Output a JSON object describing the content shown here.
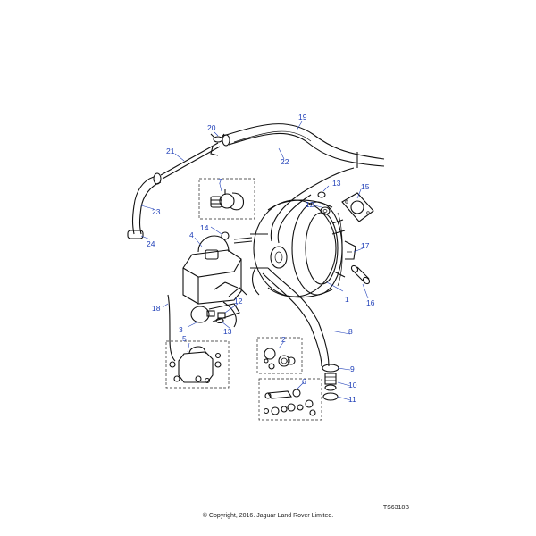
{
  "diagram": {
    "reference_code": "TS6318B",
    "copyright": "© Copyright, 2016. Jaguar Land Rover Limited.",
    "callouts": [
      {
        "id": "1",
        "label": "1"
      },
      {
        "id": "2",
        "label": "2"
      },
      {
        "id": "3",
        "label": "3"
      },
      {
        "id": "4",
        "label": "4"
      },
      {
        "id": "5",
        "label": "5"
      },
      {
        "id": "6",
        "label": "6"
      },
      {
        "id": "7",
        "label": "7"
      },
      {
        "id": "8",
        "label": "8"
      },
      {
        "id": "9",
        "label": "9"
      },
      {
        "id": "10",
        "label": "10"
      },
      {
        "id": "11",
        "label": "11"
      },
      {
        "id": "12a",
        "label": "12"
      },
      {
        "id": "12b",
        "label": "12"
      },
      {
        "id": "13a",
        "label": "13"
      },
      {
        "id": "13b",
        "label": "13"
      },
      {
        "id": "14",
        "label": "14"
      },
      {
        "id": "15",
        "label": "15"
      },
      {
        "id": "16",
        "label": "16"
      },
      {
        "id": "17",
        "label": "17"
      },
      {
        "id": "18",
        "label": "18"
      },
      {
        "id": "19",
        "label": "19"
      },
      {
        "id": "20",
        "label": "20"
      },
      {
        "id": "21",
        "label": "21"
      },
      {
        "id": "22",
        "label": "22"
      },
      {
        "id": "23",
        "label": "23"
      },
      {
        "id": "24",
        "label": "24"
      }
    ],
    "colors": {
      "callout": "#1f3fb8",
      "line": "#111111",
      "background": "#ffffff"
    }
  }
}
